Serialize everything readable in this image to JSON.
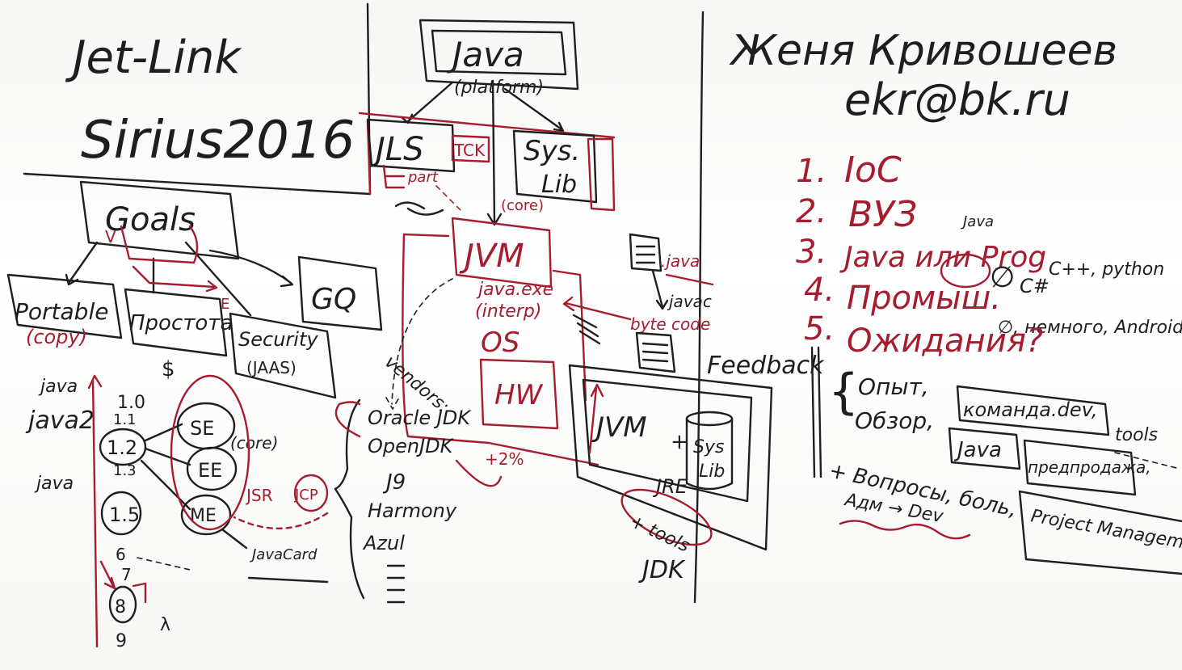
{
  "colors": {
    "ink_black": "#1e1e1e",
    "ink_red": "#a51d2f",
    "board": "#ffffff"
  },
  "left": {
    "title1": "Jet-Link",
    "title2": "Sirius2016",
    "goals": "Goals",
    "gq": "GQ",
    "portable": "Portable",
    "copy": "(copy)",
    "prosota": "Простота",
    "dollar": "$",
    "security": "Security",
    "security_sub": "(JAAS)",
    "java": "java",
    "java2": "java2",
    "java_b": "java",
    "v10": "1.0",
    "v11": "1.1",
    "v12": "1.2",
    "v13": "1.3",
    "v15": "1.5",
    "v6": "6",
    "v7": "7",
    "v8": "8",
    "v9": "9",
    "lambda": "λ",
    "se": "SE",
    "core": "(core)",
    "ee": "EE",
    "me": "ME",
    "javacard": "JavaCard",
    "e_arrow": "E",
    "jsr": "JSR",
    "jcp": "JCP"
  },
  "middle": {
    "java": "Java",
    "platform": "(platform)",
    "jls": "JLS",
    "tck": "TCK",
    "part": "part",
    "syslib": "Sys.",
    "syslib2": "Lib",
    "core": "(core)",
    "jvm": "JVM",
    "javaexe": "java.exe",
    "interp": "(interp)",
    "os": "OS",
    "hw": "HW",
    "vendors": "vendors:",
    "vendor_list": [
      "Oracle JDK",
      "OpenJDK",
      "J9",
      "Harmony",
      "Azul"
    ],
    "plus2": "+2%",
    "dotjava": ".java",
    "javac": "javac",
    "bytecode": "byte code",
    "feedback": "Feedback",
    "jvm2": "JVM",
    "plus": "+",
    "syslib3": "Sys",
    "syslib4": "Lib",
    "jre": "JRE",
    "tools": "+ tools",
    "jdk": "JDK"
  },
  "right": {
    "name": "Женя Кривошеев",
    "email": "ekr@bk.ru",
    "items": [
      {
        "num": "1.",
        "text": "IoC"
      },
      {
        "num": "2.",
        "text": "ВУЗ"
      },
      {
        "num": "3.",
        "text": "Java или Prog"
      },
      {
        "num": "4.",
        "text": "Промыш."
      },
      {
        "num": "5.",
        "text": "Ожидания?"
      }
    ],
    "java_note": "Java",
    "cpp_note": "C++, python",
    "csharp": "C#",
    "phi": "∅",
    "phi2": "∅, немного, Android",
    "opyt": "Опыт,",
    "komanda": "команда.dev,",
    "tools": "tools",
    "obzor": "Обзор,",
    "java_box": "Java",
    "predprodavtsy": "предпродажа,",
    "voprosy": "+ Вопросы, боль,",
    "project": "Project Management",
    "adm": "Адм → Dev",
    "brace": "{"
  }
}
